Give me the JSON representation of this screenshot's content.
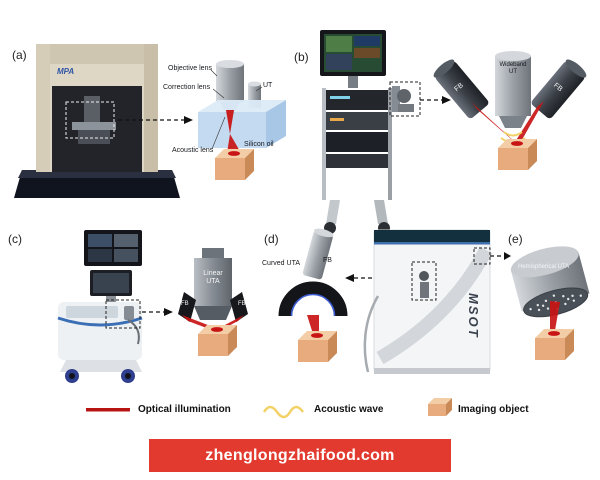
{
  "panels": {
    "a": {
      "label": "(a)",
      "device_label": "MPA",
      "objective_lens": "Objective lens",
      "correction_lens": "Correction lens",
      "ut": "UT",
      "acoustic_lens": "Acoustic lens",
      "silicon_oil": "Silicon oil"
    },
    "b": {
      "label": "(b)",
      "fb_left": "FB",
      "wideband_ut": "Wideband UT",
      "fb_right": "FB"
    },
    "c": {
      "label": "(c)",
      "fb_left": "FB",
      "linear_uta": "Linear UTA",
      "fb_right": "FB"
    },
    "d": {
      "label": "(d)",
      "curved_uta": "Curved UTA",
      "fb": "FB",
      "device_label": "MSOT"
    },
    "e": {
      "label": "(e)",
      "hemispherical_uta": "Hemispherical UTA"
    }
  },
  "legend": {
    "optical": "Optical illumination",
    "acoustic": "Acoustic wave",
    "object": "Imaging object"
  },
  "watermark": "zhenglongzhaifood.com",
  "colors": {
    "optical_beam": "#c81414",
    "acoustic_wave": "#f2d266",
    "imaging_object": "#e8ab7d",
    "watermark_bg": "#e23a2e"
  }
}
